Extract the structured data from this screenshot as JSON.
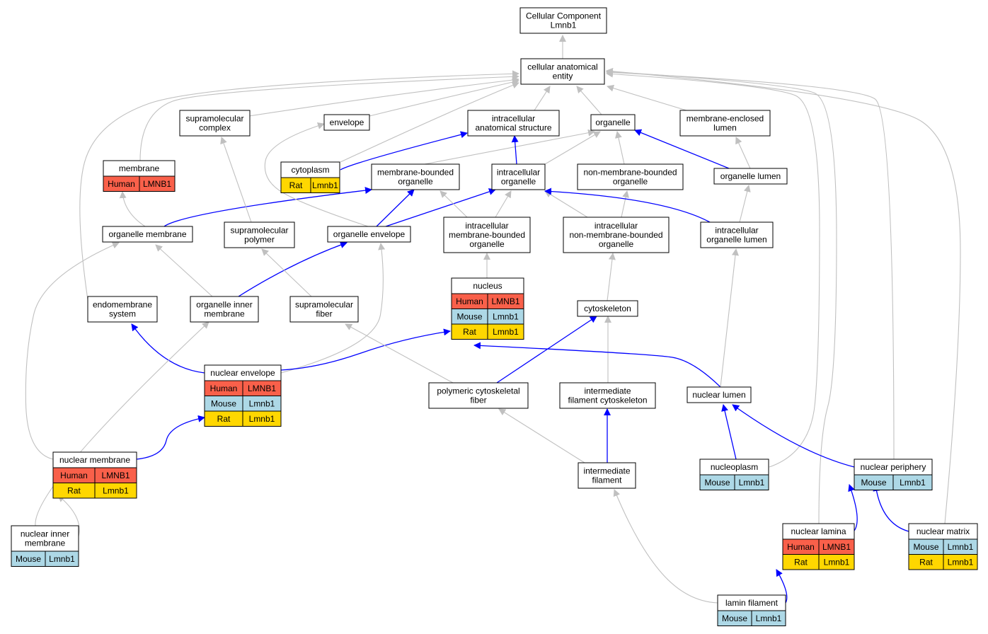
{
  "colors": {
    "human": "#f9604a",
    "mouse": "#add8e6",
    "rat": "#ffd700",
    "is_a_edge": "#c0c0c0",
    "part_of_edge": "#0000ff"
  },
  "nodes": {
    "cellular_component": {
      "lines": [
        "Cellular Component",
        "Lmnb1"
      ]
    },
    "cellular_anatomical_entity": {
      "lines": [
        "cellular anatomical",
        "entity"
      ]
    },
    "supramolecular_complex": {
      "lines": [
        "supramolecular",
        "complex"
      ]
    },
    "envelope": {
      "lines": [
        "envelope"
      ]
    },
    "intracellular_anatomical_structure": {
      "lines": [
        "intracellular",
        "anatomical structure"
      ]
    },
    "organelle": {
      "lines": [
        "organelle"
      ]
    },
    "membrane_enclosed_lumen": {
      "lines": [
        "membrane-enclosed",
        "lumen"
      ]
    },
    "membrane": {
      "lines": [
        "membrane"
      ],
      "rows": [
        [
          "Human",
          "LMNB1"
        ]
      ]
    },
    "cytoplasm": {
      "lines": [
        "cytoplasm"
      ],
      "rows": [
        [
          "Rat",
          "Lmnb1"
        ]
      ]
    },
    "membrane_bounded_organelle": {
      "lines": [
        "membrane-bounded",
        "organelle"
      ]
    },
    "intracellular_organelle": {
      "lines": [
        "intracellular",
        "organelle"
      ]
    },
    "non_membrane_bounded_organelle": {
      "lines": [
        "non-membrane-bounded",
        "organelle"
      ]
    },
    "organelle_lumen": {
      "lines": [
        "organelle lumen"
      ]
    },
    "organelle_membrane": {
      "lines": [
        "organelle membrane"
      ]
    },
    "supramolecular_polymer": {
      "lines": [
        "supramolecular",
        "polymer"
      ]
    },
    "organelle_envelope": {
      "lines": [
        "organelle envelope"
      ]
    },
    "intracellular_membrane_bounded_organelle": {
      "lines": [
        "intracellular",
        "membrane-bounded",
        "organelle"
      ]
    },
    "intracellular_non_membrane_bounded_organelle": {
      "lines": [
        "intracellular",
        "non-membrane-bounded",
        "organelle"
      ]
    },
    "intracellular_organelle_lumen": {
      "lines": [
        "intracellular",
        "organelle lumen"
      ]
    },
    "nucleus": {
      "lines": [
        "nucleus"
      ],
      "rows": [
        [
          "Human",
          "LMNB1"
        ],
        [
          "Mouse",
          "Lmnb1"
        ],
        [
          "Rat",
          "Lmnb1"
        ]
      ]
    },
    "endomembrane_system": {
      "lines": [
        "endomembrane",
        "system"
      ]
    },
    "organelle_inner_membrane": {
      "lines": [
        "organelle inner",
        "membrane"
      ]
    },
    "supramolecular_fiber": {
      "lines": [
        "supramolecular",
        "fiber"
      ]
    },
    "cytoskeleton": {
      "lines": [
        "cytoskeleton"
      ]
    },
    "nuclear_envelope": {
      "lines": [
        "nuclear envelope"
      ],
      "rows": [
        [
          "Human",
          "LMNB1"
        ],
        [
          "Mouse",
          "Lmnb1"
        ],
        [
          "Rat",
          "Lmnb1"
        ]
      ]
    },
    "polymeric_cytoskeletal_fiber": {
      "lines": [
        "polymeric cytoskeletal",
        "fiber"
      ]
    },
    "intermediate_filament_cytoskeleton": {
      "lines": [
        "intermediate",
        "filament cytoskeleton"
      ]
    },
    "nuclear_lumen": {
      "lines": [
        "nuclear lumen"
      ]
    },
    "nuclear_membrane": {
      "lines": [
        "nuclear membrane"
      ],
      "rows": [
        [
          "Human",
          "LMNB1"
        ],
        [
          "Rat",
          "Lmnb1"
        ]
      ]
    },
    "intermediate_filament": {
      "lines": [
        "intermediate",
        "filament"
      ]
    },
    "nucleoplasm": {
      "lines": [
        "nucleoplasm"
      ],
      "rows": [
        [
          "Mouse",
          "Lmnb1"
        ]
      ]
    },
    "nuclear_periphery": {
      "lines": [
        "nuclear periphery"
      ],
      "rows": [
        [
          "Mouse",
          "Lmnb1"
        ]
      ]
    },
    "nuclear_inner_membrane": {
      "lines": [
        "nuclear inner",
        "membrane"
      ],
      "rows": [
        [
          "Mouse",
          "Lmnb1"
        ]
      ]
    },
    "nuclear_lamina": {
      "lines": [
        "nuclear lamina"
      ],
      "rows": [
        [
          "Human",
          "LMNB1"
        ],
        [
          "Rat",
          "Lmnb1"
        ]
      ]
    },
    "nuclear_matrix": {
      "lines": [
        "nuclear matrix"
      ],
      "rows": [
        [
          "Mouse",
          "Lmnb1"
        ],
        [
          "Rat",
          "Lmnb1"
        ]
      ]
    },
    "lamin_filament": {
      "lines": [
        "lamin filament"
      ],
      "rows": [
        [
          "Mouse",
          "Lmnb1"
        ]
      ]
    }
  },
  "edges": [
    {
      "from": "cellular_anatomical_entity",
      "to": "cellular_component",
      "kind": "is_a"
    },
    {
      "from": "supramolecular_complex",
      "to": "cellular_anatomical_entity",
      "kind": "is_a"
    },
    {
      "from": "envelope",
      "to": "cellular_anatomical_entity",
      "kind": "is_a"
    },
    {
      "from": "intracellular_anatomical_structure",
      "to": "cellular_anatomical_entity",
      "kind": "is_a"
    },
    {
      "from": "organelle",
      "to": "cellular_anatomical_entity",
      "kind": "is_a"
    },
    {
      "from": "membrane_enclosed_lumen",
      "to": "cellular_anatomical_entity",
      "kind": "is_a"
    },
    {
      "from": "membrane",
      "to": "cellular_anatomical_entity",
      "kind": "is_a"
    },
    {
      "from": "cytoplasm",
      "to": "cellular_anatomical_entity",
      "kind": "is_a"
    },
    {
      "from": "cytoplasm",
      "to": "intracellular_anatomical_structure",
      "kind": "part_of"
    },
    {
      "from": "endomembrane_system",
      "to": "cellular_anatomical_entity",
      "kind": "is_a"
    },
    {
      "from": "nucleoplasm",
      "to": "cellular_anatomical_entity",
      "kind": "is_a"
    },
    {
      "from": "nuclear_lamina",
      "to": "cellular_anatomical_entity",
      "kind": "is_a"
    },
    {
      "from": "nuclear_periphery",
      "to": "cellular_anatomical_entity",
      "kind": "is_a"
    },
    {
      "from": "nuclear_matrix",
      "to": "cellular_anatomical_entity",
      "kind": "is_a"
    },
    {
      "from": "membrane_bounded_organelle",
      "to": "organelle",
      "kind": "is_a"
    },
    {
      "from": "intracellular_organelle",
      "to": "organelle",
      "kind": "is_a"
    },
    {
      "from": "intracellular_organelle",
      "to": "intracellular_anatomical_structure",
      "kind": "part_of"
    },
    {
      "from": "non_membrane_bounded_organelle",
      "to": "organelle",
      "kind": "is_a"
    },
    {
      "from": "organelle_lumen",
      "to": "organelle",
      "kind": "part_of"
    },
    {
      "from": "organelle_lumen",
      "to": "membrane_enclosed_lumen",
      "kind": "is_a"
    },
    {
      "from": "organelle_membrane",
      "to": "membrane",
      "kind": "is_a"
    },
    {
      "from": "organelle_membrane",
      "to": "membrane_bounded_organelle",
      "kind": "part_of"
    },
    {
      "from": "supramolecular_polymer",
      "to": "supramolecular_complex",
      "kind": "is_a"
    },
    {
      "from": "organelle_envelope",
      "to": "envelope",
      "kind": "is_a"
    },
    {
      "from": "organelle_envelope",
      "to": "membrane_bounded_organelle",
      "kind": "part_of"
    },
    {
      "from": "organelle_envelope",
      "to": "intracellular_organelle",
      "kind": "part_of"
    },
    {
      "from": "intracellular_membrane_bounded_organelle",
      "to": "membrane_bounded_organelle",
      "kind": "is_a"
    },
    {
      "from": "intracellular_membrane_bounded_organelle",
      "to": "intracellular_organelle",
      "kind": "is_a"
    },
    {
      "from": "intracellular_non_membrane_bounded_organelle",
      "to": "intracellular_organelle",
      "kind": "is_a"
    },
    {
      "from": "intracellular_non_membrane_bounded_organelle",
      "to": "non_membrane_bounded_organelle",
      "kind": "is_a"
    },
    {
      "from": "intracellular_organelle_lumen",
      "to": "intracellular_organelle",
      "kind": "part_of"
    },
    {
      "from": "intracellular_organelle_lumen",
      "to": "organelle_lumen",
      "kind": "is_a"
    },
    {
      "from": "nucleus",
      "to": "intracellular_membrane_bounded_organelle",
      "kind": "is_a"
    },
    {
      "from": "organelle_inner_membrane",
      "to": "organelle_membrane",
      "kind": "is_a"
    },
    {
      "from": "organelle_inner_membrane",
      "to": "organelle_envelope",
      "kind": "part_of"
    },
    {
      "from": "supramolecular_fiber",
      "to": "supramolecular_polymer",
      "kind": "is_a"
    },
    {
      "from": "cytoskeleton",
      "to": "intracellular_non_membrane_bounded_organelle",
      "kind": "is_a"
    },
    {
      "from": "nuclear_envelope",
      "to": "organelle_envelope",
      "kind": "is_a"
    },
    {
      "from": "nuclear_envelope",
      "to": "endomembrane_system",
      "kind": "part_of"
    },
    {
      "from": "nuclear_envelope",
      "to": "nucleus",
      "kind": "part_of"
    },
    {
      "from": "polymeric_cytoskeletal_fiber",
      "to": "supramolecular_fiber",
      "kind": "is_a"
    },
    {
      "from": "polymeric_cytoskeletal_fiber",
      "to": "cytoskeleton",
      "kind": "part_of"
    },
    {
      "from": "intermediate_filament_cytoskeleton",
      "to": "cytoskeleton",
      "kind": "is_a"
    },
    {
      "from": "nuclear_lumen",
      "to": "nucleus",
      "kind": "part_of"
    },
    {
      "from": "nuclear_lumen",
      "to": "intracellular_organelle_lumen",
      "kind": "is_a"
    },
    {
      "from": "nuclear_membrane",
      "to": "nuclear_envelope",
      "kind": "part_of"
    },
    {
      "from": "nuclear_membrane",
      "to": "organelle_membrane",
      "kind": "is_a"
    },
    {
      "from": "intermediate_filament",
      "to": "intermediate_filament_cytoskeleton",
      "kind": "part_of"
    },
    {
      "from": "intermediate_filament",
      "to": "polymeric_cytoskeletal_fiber",
      "kind": "is_a"
    },
    {
      "from": "nucleoplasm",
      "to": "nuclear_lumen",
      "kind": "part_of"
    },
    {
      "from": "nuclear_periphery",
      "to": "nuclear_lumen",
      "kind": "part_of"
    },
    {
      "from": "nuclear_inner_membrane",
      "to": "nuclear_membrane",
      "kind": "is_a"
    },
    {
      "from": "nuclear_inner_membrane",
      "to": "organelle_inner_membrane",
      "kind": "is_a"
    },
    {
      "from": "nuclear_lamina",
      "to": "nuclear_periphery",
      "kind": "part_of"
    },
    {
      "from": "nuclear_matrix",
      "to": "nuclear_periphery",
      "kind": "part_of"
    },
    {
      "from": "lamin_filament",
      "to": "nuclear_lamina",
      "kind": "part_of"
    },
    {
      "from": "lamin_filament",
      "to": "intermediate_filament",
      "kind": "is_a"
    }
  ]
}
